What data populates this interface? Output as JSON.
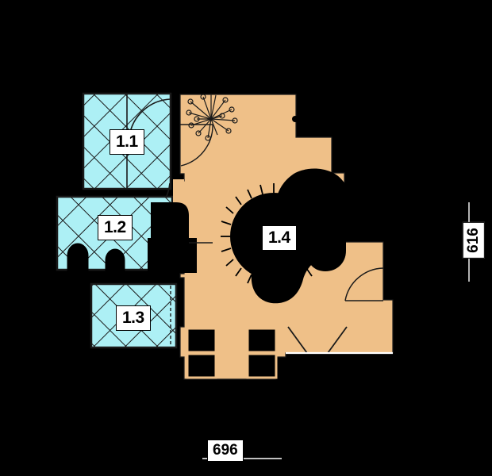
{
  "plan": {
    "title": "Apartment floor plan 1",
    "background_color": "#000000",
    "wet_room_fill": "#ADF0F5",
    "living_fill": "#EFC088",
    "furniture_color": "#000000",
    "line_color": "#1A1A1A",
    "label_box_fill": "#FFFFFF"
  },
  "rooms": [
    {
      "id": "1.1",
      "label": "1.1",
      "type": "wet-room",
      "fill": "#ADF0F5"
    },
    {
      "id": "1.2",
      "label": "1.2",
      "type": "wet-room",
      "fill": "#ADF0F5"
    },
    {
      "id": "1.3",
      "label": "1.3",
      "type": "wet-room",
      "fill": "#ADF0F5"
    },
    {
      "id": "1.4",
      "label": "1.4",
      "type": "living-room",
      "fill": "#EFC088"
    }
  ],
  "dimensions": {
    "bottom": {
      "value": "696",
      "orientation": "horizontal"
    },
    "right": {
      "value": "616",
      "orientation": "vertical"
    }
  },
  "features": {
    "plant_icon": "plant-decoration",
    "door_arcs": 4,
    "window_openings": 4,
    "round_sofa": "circular-sofa-with-fringe",
    "sanitary_fixtures": 2
  }
}
